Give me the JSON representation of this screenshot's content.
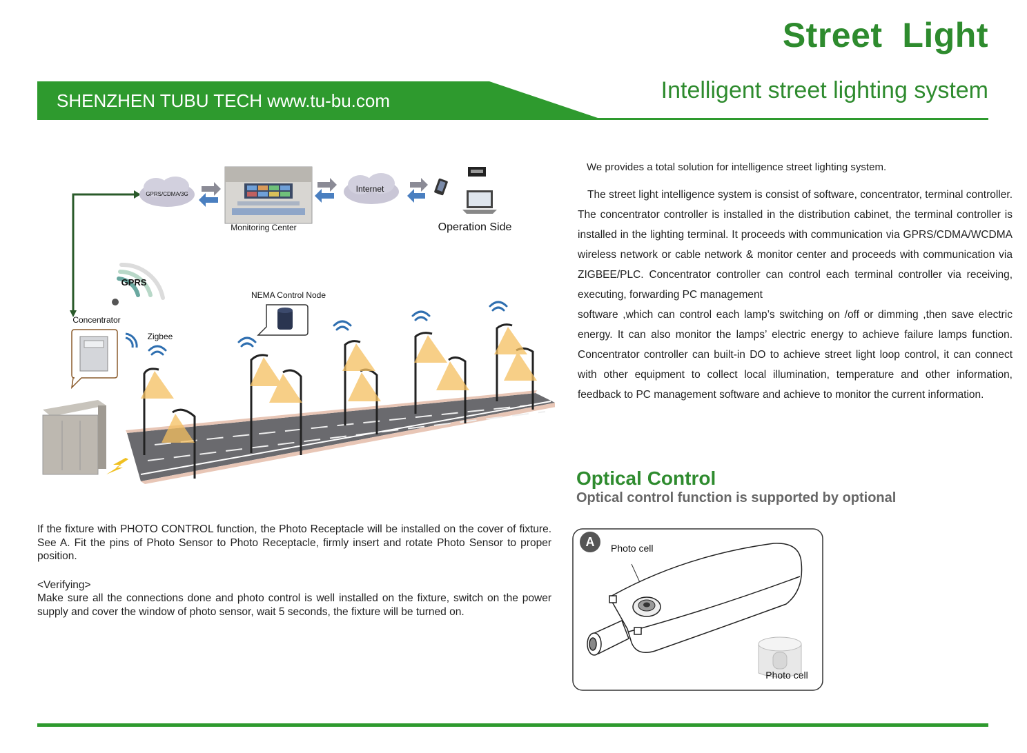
{
  "header": {
    "title": "Street  Light",
    "company": "SHENZHEN TUBU TECH www.tu-bu.com",
    "subtitle": "Intelligent street lighting  system"
  },
  "intro": "We provides a total solution for intelligence street lighting system.",
  "body": [
    "The street light intelligence system is consist of software, concentrator, terminal controller. The concentrator controller is installed in the distribution cabinet, the terminal controller is installed in the lighting terminal. It proceeds with communication via GPRS/CDMA/WCDMA wireless network or cable network & monitor center and proceeds with communication via ZIGBEE/PLC. Concentrator controller can control each terminal controller via receiving, executing, forwarding PC management",
    "software ,which can control each lamp’s switching on /off or dimming ,then save electric energy. It can also monitor the lamps’ electric energy to achieve failure lamps function. Concentrator controller can built-in DO to achieve street light loop control, it can connect with other equipment to collect local illumination, temperature and other information, feedback to PC management software and achieve to monitor the current information."
  ],
  "optical": {
    "title": "Optical Control",
    "subtitle": "Optical control function is supported by optional"
  },
  "photo_control": {
    "paragraph": "If the fixture with PHOTO CONTROL function, the Photo Receptacle will be installed on the cover of fixture. See A. Fit the pins of Photo Sensor to Photo Receptacle, firmly insert and rotate Photo Sensor to proper position.",
    "verify_heading": "<Verifying>",
    "verify_text": "Make sure all the connections done and photo control is well installed on the fixture, switch on the power supply and cover the window of photo sensor, wait 5 seconds, the fixture will be turned on."
  },
  "diagram": {
    "gprs_cloud": "GPRS/CDMA/3G",
    "monitoring_center": "Monitoring Center",
    "internet": "Internet",
    "operation_side": "Operation Side",
    "gprs": "GPRS",
    "nema": "NEMA Control Node",
    "concentrator": "Concentrator",
    "zigbee": "Zigbee"
  },
  "fixture": {
    "marker": "A",
    "photo_cell_1": "Photo cell",
    "photo_cell_2": "Photo cell"
  },
  "colors": {
    "brand_green": "#2e8b2e",
    "banner_green": "#2e9a2e"
  }
}
